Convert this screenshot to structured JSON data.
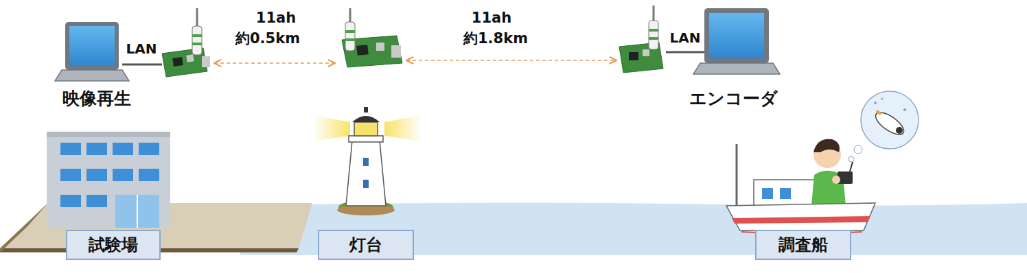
{
  "diagram": {
    "nodes": [
      {
        "text": [
          "試験場"
        ]
      },
      {
        "text": [
          "灯台"
        ]
      },
      {
        "text": [
          "調査船"
        ]
      }
    ],
    "labels": [
      "LAN",
      "11ah",
      "約0.5km",
      "11ah",
      "約1.8km",
      "LAN",
      "映像再生",
      "エンコーダ"
    ]
  }
}
